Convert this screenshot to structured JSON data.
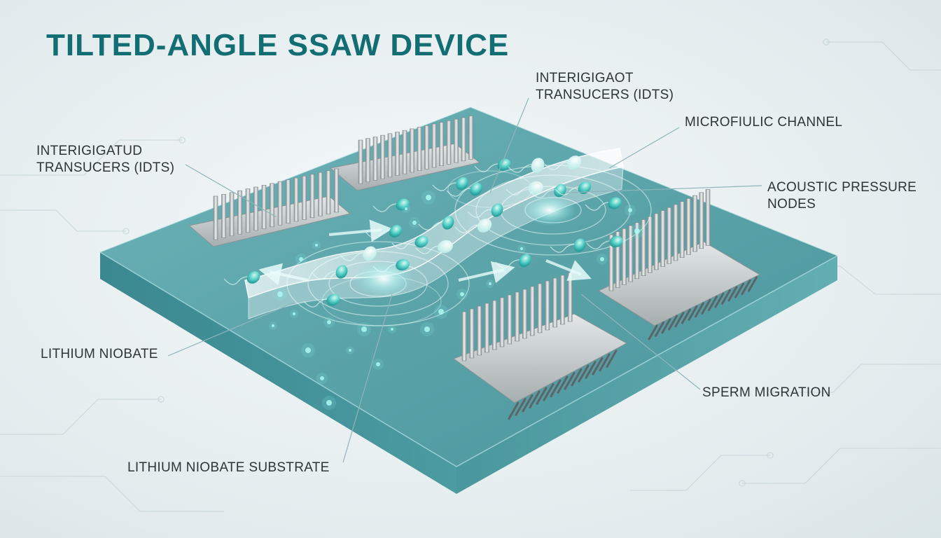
{
  "title": "TILTED-ANGLE SSAW DEVICE",
  "labels": {
    "idt_top": [
      "INTERIGIGAOT",
      "TRANSUCERS (IDTS)"
    ],
    "idt_left": [
      "INTERIGIGATUD",
      "TRANSUCERS (IDTS)"
    ],
    "channel": "MICROFIULIC CHANNEL",
    "nodes": [
      "ACOUSTIC PRESSURE",
      "NODES"
    ],
    "niobate": "LITHIUM NIOBATE",
    "migration": "SPERM MIGRATION",
    "substrate": "LITHIUM NIOBATE SUBSTRATE"
  },
  "colors": {
    "title": "#126e73",
    "substrate_top": "#5fa8ad",
    "substrate_side": "#3f8b92",
    "label_text": "#2e3538",
    "leader_line": "#8fb5bb",
    "glow": "#7fe8e6"
  }
}
